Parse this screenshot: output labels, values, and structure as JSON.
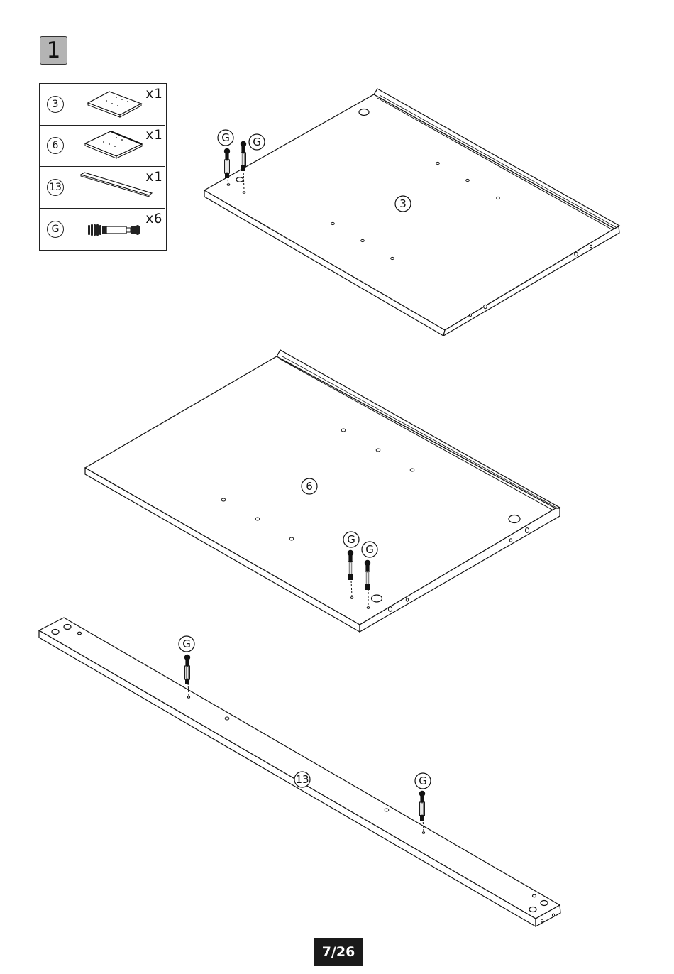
{
  "step": {
    "number": "1"
  },
  "parts": [
    {
      "id": "3",
      "quantity": "x1",
      "icon": "panel-icon"
    },
    {
      "id": "6",
      "quantity": "x1",
      "icon": "panel-icon"
    },
    {
      "id": "13",
      "quantity": "x1",
      "icon": "rail-icon"
    },
    {
      "id": "G",
      "quantity": "x6",
      "icon": "cam-bolt-icon"
    }
  ],
  "drawing": {
    "panel_a_label": "3",
    "panel_b_label": "6",
    "rail_label": "13",
    "fastener_label": "G"
  },
  "footer": {
    "page": "7/26"
  }
}
